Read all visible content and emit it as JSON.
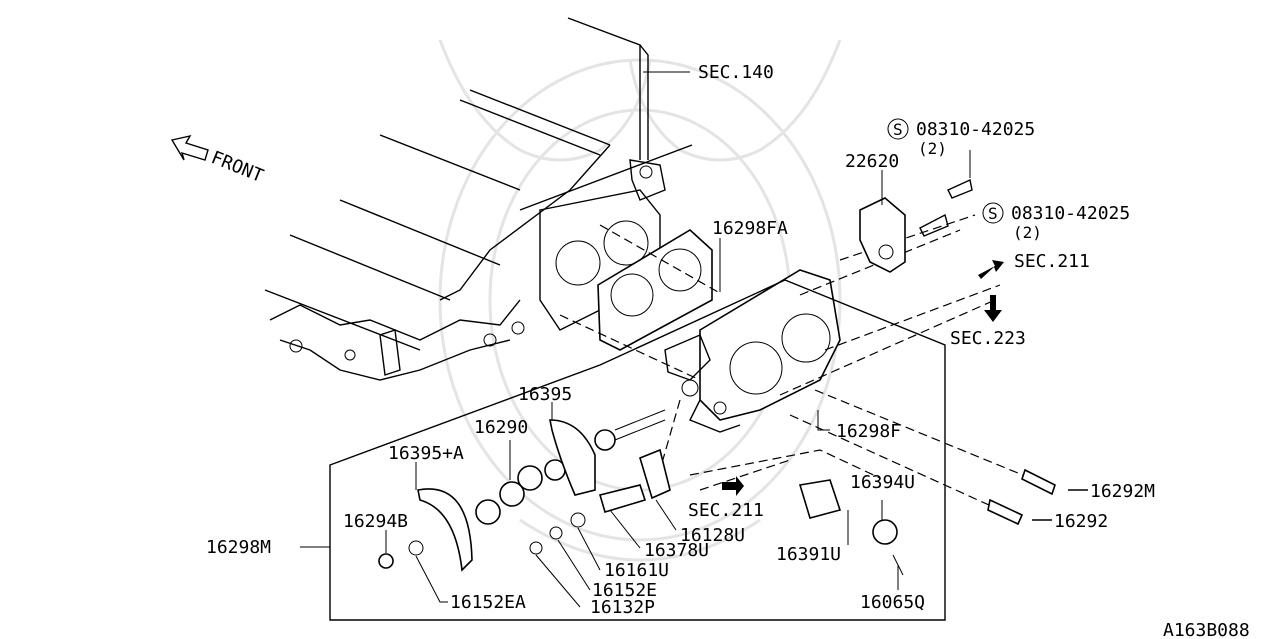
{
  "diagram_id": "A163B088",
  "front_label": "FRONT",
  "sec_refs": {
    "sec140": "SEC.140",
    "sec211_top": "SEC.211",
    "sec223": "SEC.223",
    "sec211_bottom": "SEC.211"
  },
  "bolt_callouts": [
    {
      "symbol": "S",
      "number": "08310-42025",
      "qty": "(2)"
    },
    {
      "symbol": "S",
      "number": "08310-42025",
      "qty": "(2)"
    }
  ],
  "parts": {
    "p22620": "22620",
    "p16298FA": "16298FA",
    "p16298F": "16298F",
    "p16292M": "16292M",
    "p16292": "16292",
    "p16394U": "16394U",
    "p16391U": "16391U",
    "p16065Q": "16065Q",
    "p16128U": "16128U",
    "p16378U": "16378U",
    "p16161U": "16161U",
    "p16152E": "16152E",
    "p16132P": "16132P",
    "p16152EA": "16152EA",
    "p16294B": "16294B",
    "p16298M": "16298M",
    "p16395A": "16395+A",
    "p16290": "16290",
    "p16395": "16395"
  }
}
